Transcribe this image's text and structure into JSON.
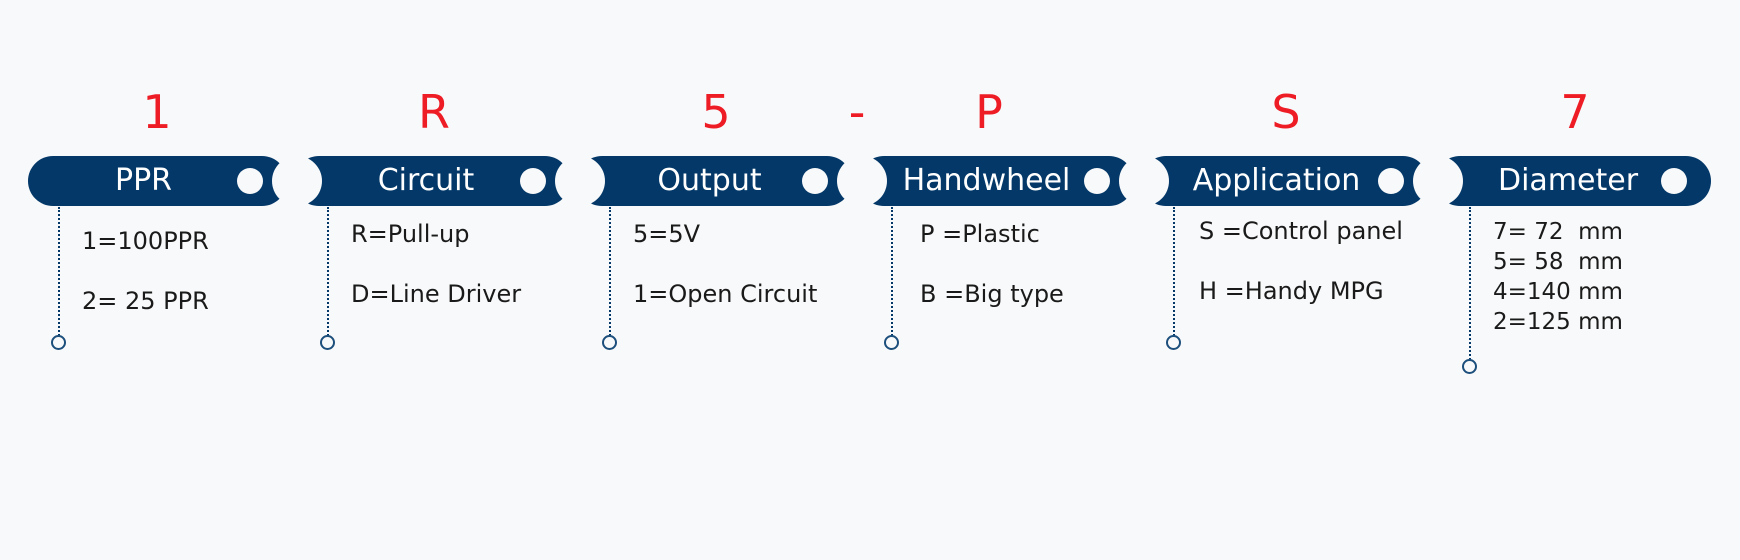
{
  "model_code": {
    "letters": [
      "1",
      "R",
      "5",
      "-",
      "P",
      "S",
      "7"
    ]
  },
  "segments": [
    {
      "label": "PPR",
      "options": [
        "1=100PPR",
        "2= 25 PPR"
      ]
    },
    {
      "label": "Circuit",
      "options": [
        "R=Pull-up",
        "D=Line Driver"
      ]
    },
    {
      "label": "Output",
      "options": [
        "5=5V",
        "1=Open Circuit"
      ]
    },
    {
      "label": "Handwheel",
      "options": [
        "P =Plastic",
        "B =Big type"
      ]
    },
    {
      "label": "Application",
      "options": [
        "S =Control panel",
        "H =Handy MPG"
      ]
    },
    {
      "label": "Diameter",
      "options": [
        "7= 72  mm",
        "5= 58  mm",
        "4=140 mm",
        "2=125 mm"
      ]
    }
  ],
  "colors": {
    "code_letter": "#ee1c25",
    "pill_background": "#033868",
    "pill_text": "#ffffff",
    "connector": "#033868",
    "option_text": "#1a1a1a",
    "page_background": "#f8f9fa"
  }
}
